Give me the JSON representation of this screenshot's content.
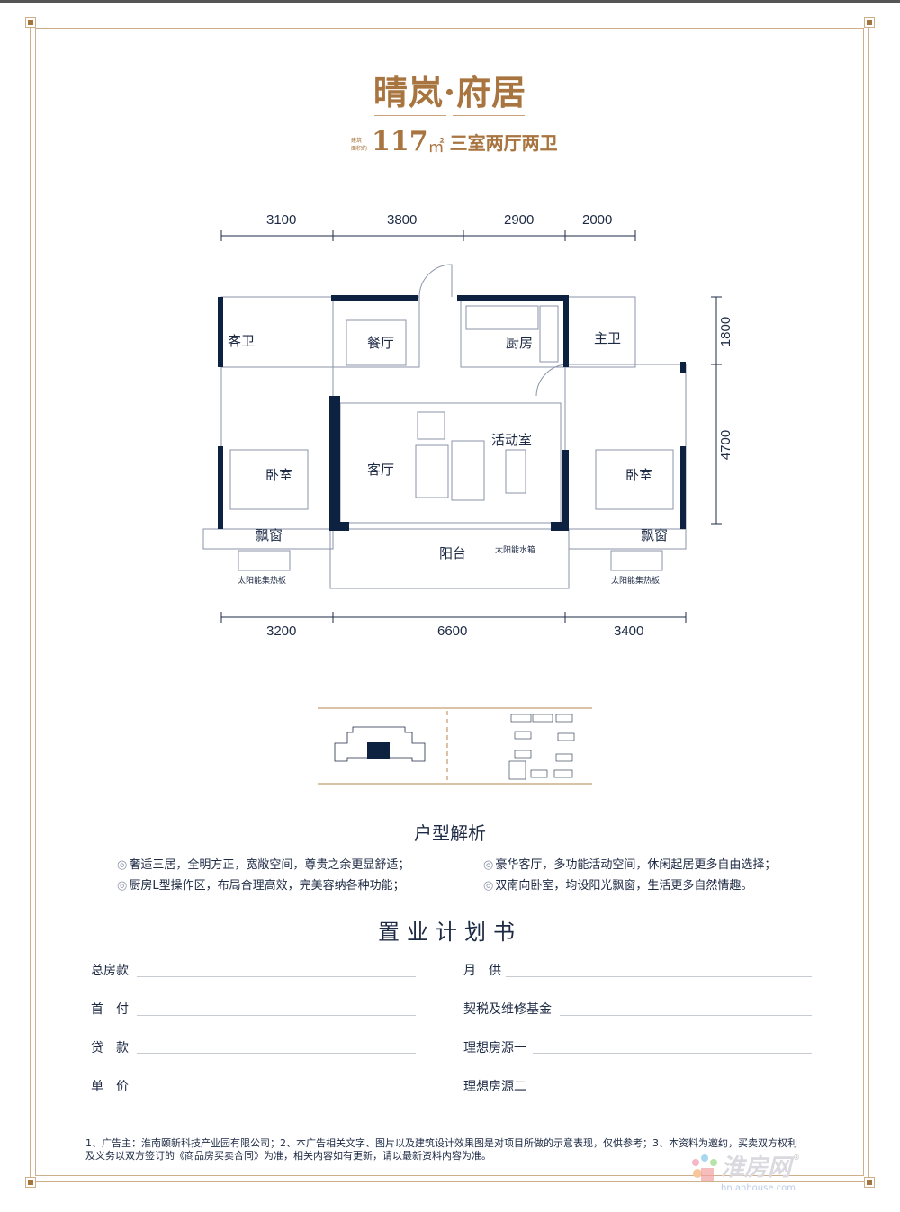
{
  "header": {
    "title": "晴岚·府居",
    "area_caption_1": "建筑",
    "area_caption_2": "面积约",
    "area": "117",
    "unit": "㎡",
    "layout": "三室两厅两卫"
  },
  "plan": {
    "dims_top": [
      "3100",
      "3800",
      "2900",
      "2000"
    ],
    "dims_bottom": [
      "3200",
      "6600",
      "3400"
    ],
    "dims_right": [
      "1800",
      "4700"
    ],
    "rooms": {
      "guest_bath": "客卫",
      "dining": "餐厅",
      "kitchen": "厨房",
      "master_bath": "主卫",
      "activity": "活动室",
      "living": "客厅",
      "bedroom_left": "卧室",
      "bedroom_right": "卧室",
      "bay_left": "飘窗",
      "bay_right": "飘窗",
      "balcony": "阳台",
      "solar_tank": "太阳能水箱",
      "solar_panel_left": "太阳能集热板",
      "solar_panel_right": "太阳能集热板"
    }
  },
  "analysis": {
    "title": "户型解析",
    "bullet": "◎",
    "items": [
      "奢适三居，全明方正，宽敞空间，尊贵之余更显舒适；",
      "豪华客厅，多功能活动空间，休闲起居更多自由选择；",
      "厨房L型操作区，布局合理高效，完美容纳各种功能；",
      "双南向卧室，均设阳光飘窗，生活更多自然情趣。"
    ]
  },
  "plan_form": {
    "title": "置业计划书",
    "left": [
      "总房款",
      "首　付",
      "贷　款",
      "单　价"
    ],
    "right": [
      "月　供",
      "契税及维修基金",
      "理想房源一",
      "理想房源二"
    ]
  },
  "disclaimer": "1、广告主：淮南颐新科技产业园有限公司；2、本广告相关文字、图片以及建筑设计效果图是对项目所做的示意表现，仅供参考；3、本资料为邀约，买卖双方权利及义务以双方签订的《商品房买卖合同》为准，相关内容如有更新，请以最新资料内容为准。",
  "watermark": {
    "name": "淮房网",
    "url": "hn.ahhouse.com",
    "mark": "®"
  },
  "colors": {
    "gold": "#a8743f",
    "navy": "#0d2240",
    "frame": "#cfae8a"
  }
}
